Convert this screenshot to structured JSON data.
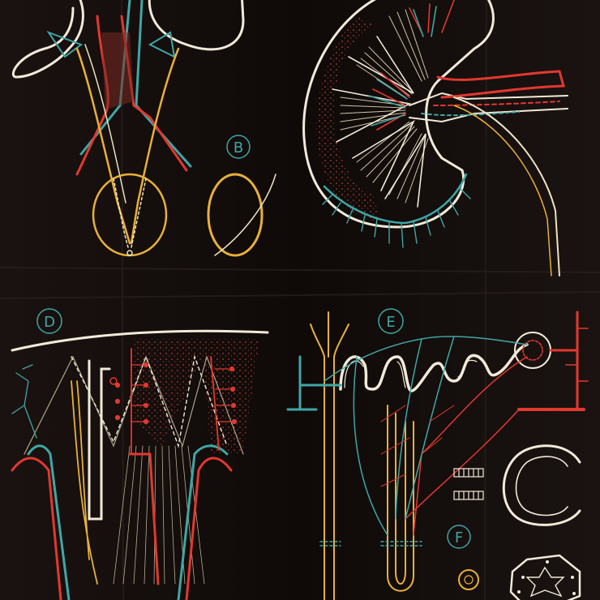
{
  "labels": {
    "b": "B",
    "d": "D",
    "e": "E",
    "f": "F"
  },
  "colors": {
    "background": "#100b09",
    "chalk_white": "#f2ead8",
    "cyan": "#3fa7a6",
    "red": "#e2382f",
    "yellow": "#e8b03a",
    "cream": "#efe3c2"
  }
}
